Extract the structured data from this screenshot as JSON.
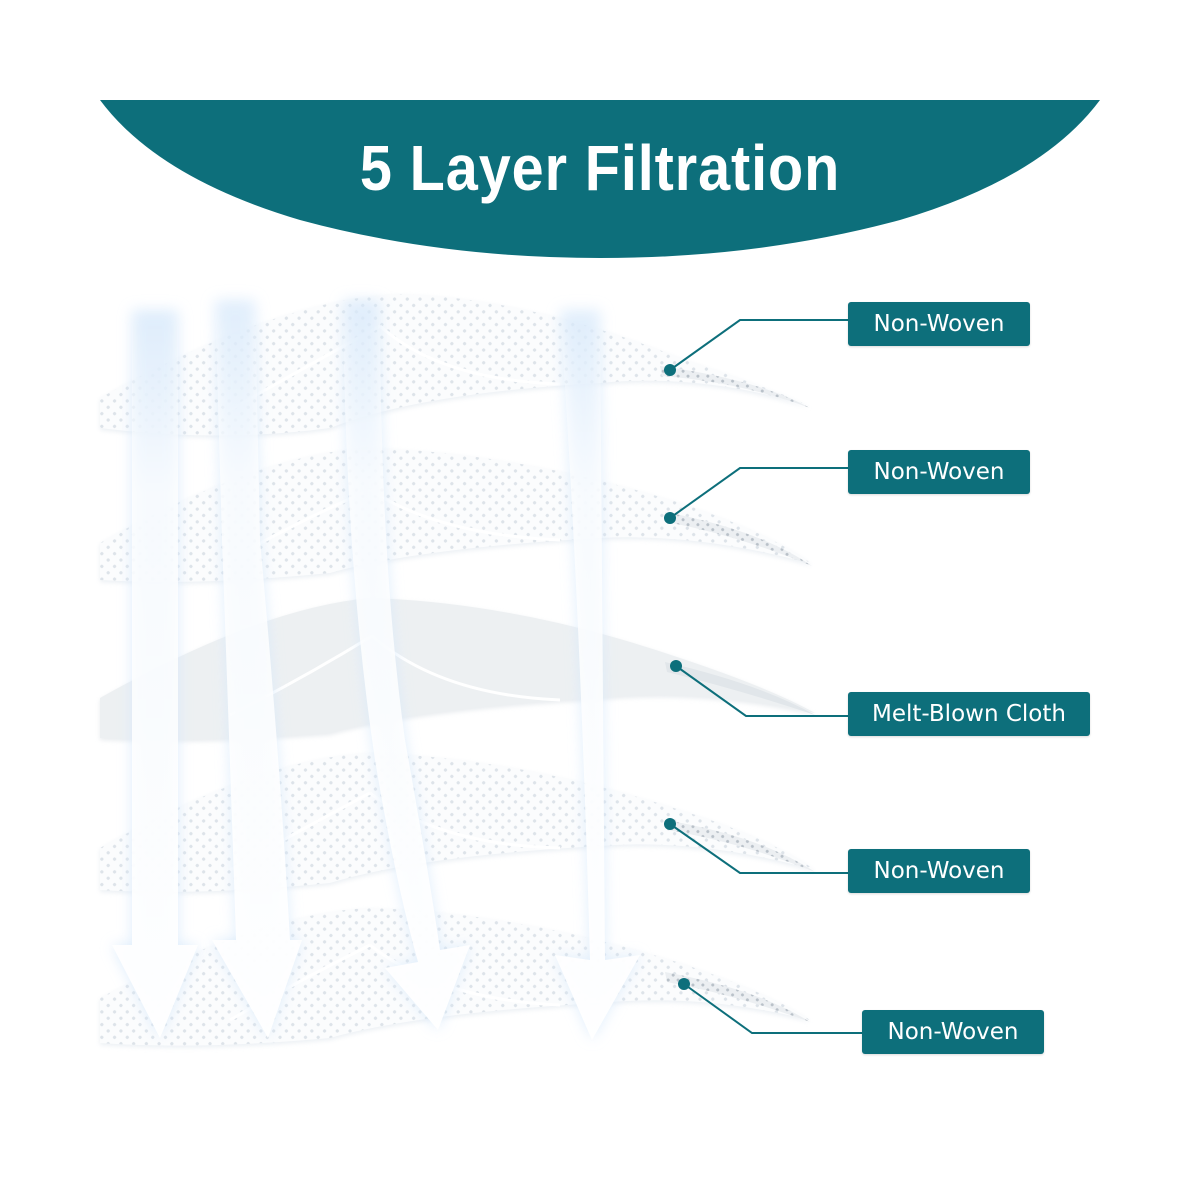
{
  "title": "5 Layer Filtration",
  "colors": {
    "accent": "#0d6f7b",
    "background": "#ffffff",
    "layer": "#f4f6f8"
  },
  "layers": [
    {
      "label": "Non-Woven"
    },
    {
      "label": "Non-Woven"
    },
    {
      "label": "Melt-Blown Cloth"
    },
    {
      "label": "Non-Woven"
    },
    {
      "label": "Non-Woven"
    }
  ],
  "arrows": {
    "direction": "down",
    "count": 4
  }
}
